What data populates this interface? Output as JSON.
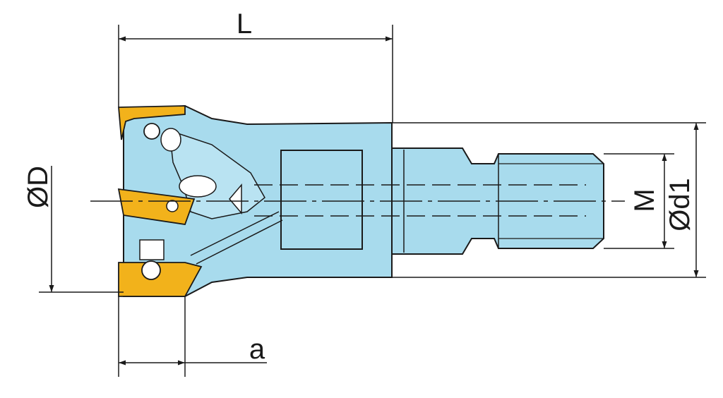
{
  "labels": {
    "length": "L",
    "cutter_diameter": "ØD",
    "thread": "M",
    "shank_diameter": "Ød1",
    "cut_depth": "a"
  },
  "colors": {
    "body": "#a8dbed",
    "insert": "#f2b21b",
    "line": "#1a1a1a"
  }
}
